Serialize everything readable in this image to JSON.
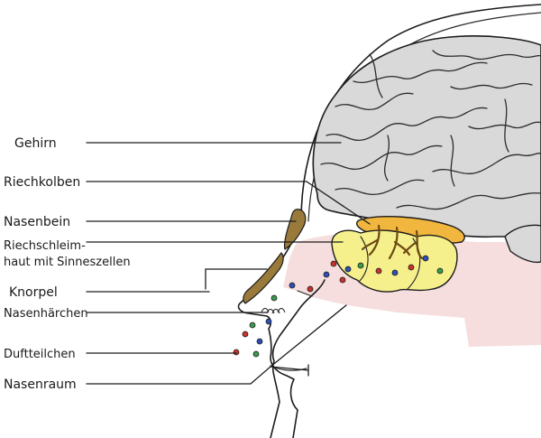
{
  "labels": {
    "gehirn": "Gehirn",
    "riechkolben": "Riechkolben",
    "nasenbein": "Nasenbein",
    "riechschleimhaut_line1": "Riechschleim-",
    "riechschleimhaut_line2": "haut mit Sinneszellen",
    "knorpel": "Knorpel",
    "nasenhaerchen": "Nasenhärchen",
    "duftteilchen": "Duftteilchen",
    "nasenraum": "Nasenraum"
  },
  "colors": {
    "brain": "#d9d9d9",
    "olfactory_bulb": "#f0b63d",
    "mucosa": "#f6f08c",
    "nasal_cavity": "#f6dede",
    "bone": "#9a7a3a",
    "particle_red": "#c8322c",
    "particle_blue": "#2e4fb8",
    "particle_green": "#3a9a4a"
  }
}
